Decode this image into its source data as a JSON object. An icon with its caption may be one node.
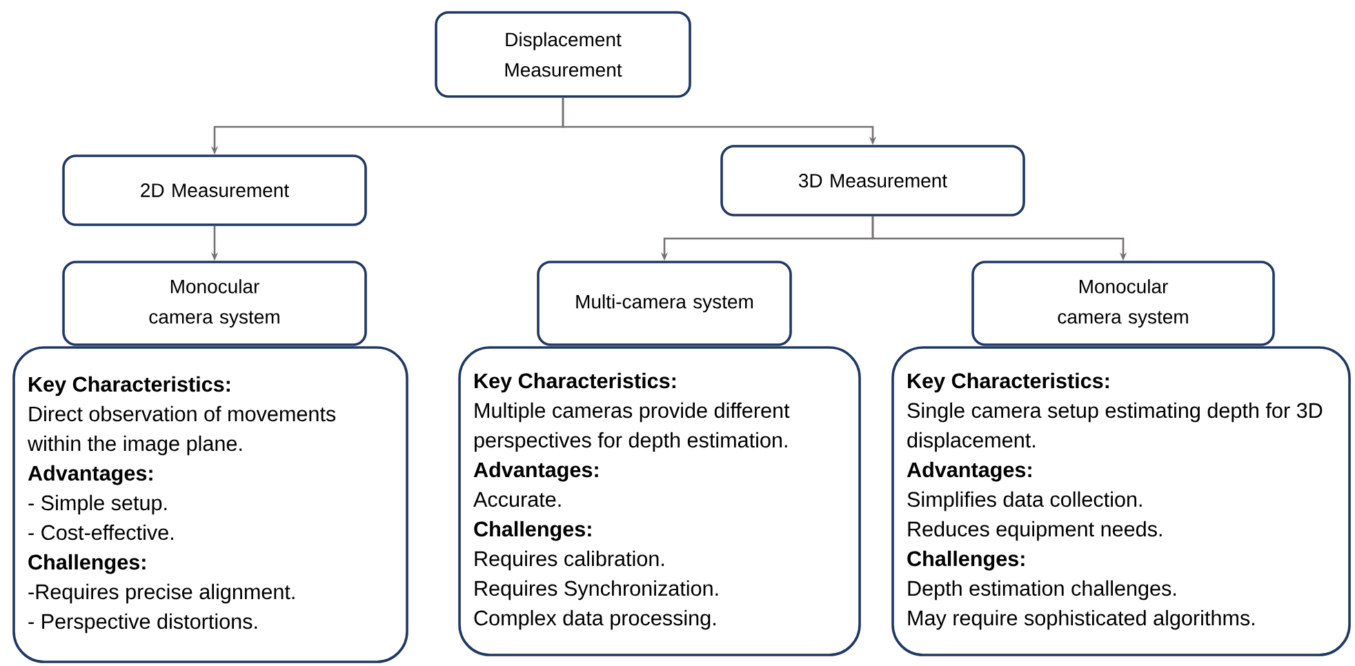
{
  "diagram": {
    "nodes": [
      {
        "text": [
          "Displacement Measurement"
        ]
      },
      {
        "text": [
          "2D Measurement"
        ]
      },
      {
        "text": [
          "3D Measurement"
        ]
      },
      {
        "text": [
          "Monocular camera system"
        ]
      },
      {
        "text": [
          "Multi-camera system"
        ]
      },
      {
        "text": [
          "Monocular camera system"
        ]
      },
      {
        "text": [
          "Key Characteristics:",
          "Direct observation of movements within the image plane.",
          "Advantages:",
          "- Simple setup.",
          "- Cost-effective.",
          "Challenges:",
          "-Requires precise alignment.",
          "- Perspective distortions."
        ]
      },
      {
        "text": [
          "Key Characteristics:",
          "Multiple cameras provide different perspectives for depth estimation.",
          "Advantages:",
          "Accurate.",
          "Challenges:",
          "Requires calibration.",
          "Requires Synchronization.",
          "Complex data processing."
        ]
      },
      {
        "text": [
          "Key Characteristics:",
          "Single camera setup estimating depth for 3D displacement.",
          "Advantages:",
          "Simplifies data collection.",
          "Reduces equipment needs.",
          "Challenges:",
          "Depth estimation challenges.",
          "May require sophisticated algorithms."
        ]
      }
    ],
    "edges": [
      {
        "from": 0,
        "to": 1,
        "arrow": "to"
      },
      {
        "from": 0,
        "to": 2,
        "arrow": "to"
      },
      {
        "from": 1,
        "to": 3,
        "arrow": "to"
      },
      {
        "from": 2,
        "to": 4,
        "arrow": "to"
      },
      {
        "from": 2,
        "to": 5,
        "arrow": "to"
      }
    ]
  }
}
